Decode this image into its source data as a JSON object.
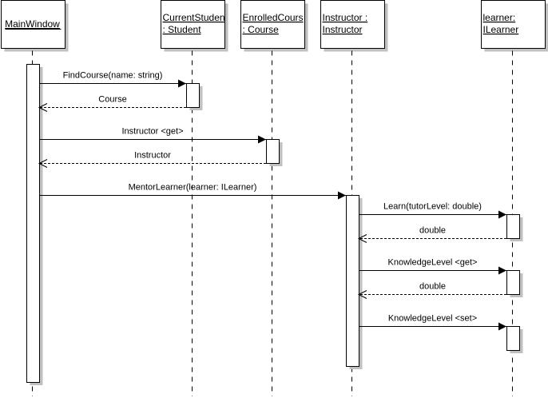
{
  "diagram": {
    "type": "uml-sequence",
    "participants": [
      {
        "id": "main",
        "lines": [
          "MainWindow"
        ]
      },
      {
        "id": "student",
        "lines": [
          "CurrentStuden",
          ": Student"
        ]
      },
      {
        "id": "course",
        "lines": [
          "EnrolledCours",
          ": Course"
        ]
      },
      {
        "id": "instructor",
        "lines": [
          "Instructor :",
          "Instructor"
        ]
      },
      {
        "id": "learner",
        "lines": [
          "learner:",
          "ILearner"
        ]
      }
    ],
    "messages": [
      {
        "from": "main",
        "to": "student",
        "kind": "call",
        "label": "FindCourse(name: string)"
      },
      {
        "from": "student",
        "to": "main",
        "kind": "return",
        "label": "Course"
      },
      {
        "from": "main",
        "to": "course",
        "kind": "call",
        "label": "Instructor <get>"
      },
      {
        "from": "course",
        "to": "main",
        "kind": "return",
        "label": "Instructor"
      },
      {
        "from": "main",
        "to": "instructor",
        "kind": "call",
        "label": "MentorLearner(learner: ILearner)"
      },
      {
        "from": "instructor",
        "to": "learner",
        "kind": "call",
        "label": "Learn(tutorLevel: double)"
      },
      {
        "from": "learner",
        "to": "instructor",
        "kind": "return",
        "label": "double"
      },
      {
        "from": "instructor",
        "to": "learner",
        "kind": "call",
        "label": "KnowledgeLevel <get>"
      },
      {
        "from": "learner",
        "to": "instructor",
        "kind": "return",
        "label": "double"
      },
      {
        "from": "instructor",
        "to": "learner",
        "kind": "call",
        "label": "KnowledgeLevel <set>"
      }
    ],
    "colors": {
      "line": "#000000",
      "shadow": "#c0c0c0",
      "box": "#ffffff"
    }
  }
}
